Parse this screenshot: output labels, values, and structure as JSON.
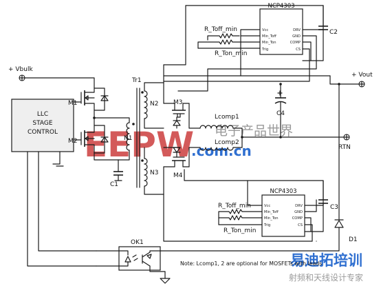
{
  "labels": {
    "vbulk": "+ Vbulk",
    "vout": "+ Vout",
    "rtn": "RTN",
    "tr1": "Tr1",
    "n1": "N1",
    "n2": "N2",
    "n3": "N3",
    "m1": "M1",
    "m2": "M2",
    "m3": "M3",
    "m4": "M4",
    "c1": "C1",
    "c2": "C2",
    "c3": "C3",
    "c4": "C4",
    "d1": "D1",
    "ok1": "OK1",
    "lcomp1": "Lcomp1",
    "lcomp2": "Lcomp2",
    "r_toff_top": "R_Toff_min",
    "r_ton_top": "R_Ton_min",
    "r_toff_bot": "R_Toff_min",
    "r_ton_bot": "R_Ton_min"
  },
  "llc_block": {
    "line1": "LLC",
    "line2": "STAGE",
    "line3": "CONTROL"
  },
  "ic_top": {
    "name": "NCP4303",
    "pins_left": [
      "Vcc",
      "Min_Toff",
      "Min_Ton",
      "Trig"
    ],
    "pins_right": [
      "DRV",
      "GND",
      "COMP",
      "CS"
    ]
  },
  "ic_bottom": {
    "name": "NCP4303",
    "pins_left": [
      "Vcc",
      "Min_Toff",
      "Min_Ton",
      "Trig"
    ],
    "pins_right": [
      "DRV",
      "GND",
      "COMP",
      "CS"
    ]
  },
  "note": "Note: Lcomp1, 2 are optional for MOSFETs with leads",
  "watermark": {
    "logo": "EEPW",
    "domain": ".com.cn",
    "cn_title": "电子产品世界",
    "brand": "易迪拓培训",
    "slogan": "射频和天线设计专家"
  },
  "colors": {
    "line": "#1a1a1a",
    "logo_red": "#d35a5a",
    "logo_blue": "#2f6fd0"
  }
}
